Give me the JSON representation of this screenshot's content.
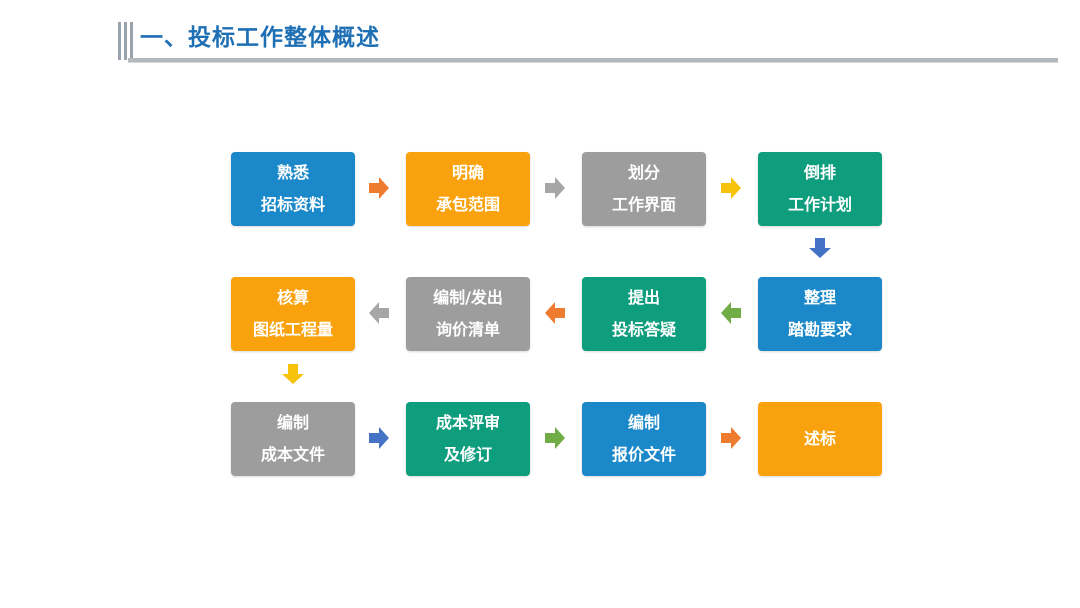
{
  "header": {
    "title": "一、投标工作整体概述"
  },
  "colors": {
    "blue": "#1a88c9",
    "orange": "#f9a20d",
    "gray": "#9d9d9d",
    "teal": "#0f9e7d",
    "arrow_orange": "#ee7b2f",
    "arrow_gray": "#a6a6a6",
    "arrow_yellow": "#f7c20a",
    "arrow_blue": "#4472c4",
    "arrow_green": "#70ad47"
  },
  "steps": [
    {
      "line1": "熟悉",
      "line2": "招标资料",
      "color": "blue"
    },
    {
      "line1": "明确",
      "line2": "承包范围",
      "color": "orange"
    },
    {
      "line1": "划分",
      "line2": "工作界面",
      "color": "gray"
    },
    {
      "line1": "倒排",
      "line2": "工作计划",
      "color": "teal"
    },
    {
      "line1": "整理",
      "line2": "踏勘要求",
      "color": "blue"
    },
    {
      "line1": "提出",
      "line2": "投标答疑",
      "color": "teal"
    },
    {
      "line1": "编制/发出",
      "line2": "询价清单",
      "color": "gray"
    },
    {
      "line1": "核算",
      "line2": "图纸工程量",
      "color": "orange"
    },
    {
      "line1": "编制",
      "line2": "成本文件",
      "color": "gray"
    },
    {
      "line1": "成本评审",
      "line2": "及修订",
      "color": "teal"
    },
    {
      "line1": "编制",
      "line2": "报价文件",
      "color": "blue"
    },
    {
      "line1": "述标",
      "line2": "",
      "color": "orange"
    }
  ],
  "arrows": [
    {
      "direction": "right",
      "color": "arrow_orange"
    },
    {
      "direction": "right",
      "color": "arrow_gray"
    },
    {
      "direction": "right",
      "color": "arrow_yellow"
    },
    {
      "direction": "down",
      "color": "arrow_blue"
    },
    {
      "direction": "left",
      "color": "arrow_green"
    },
    {
      "direction": "left",
      "color": "arrow_orange"
    },
    {
      "direction": "left",
      "color": "arrow_gray"
    },
    {
      "direction": "down",
      "color": "arrow_yellow"
    },
    {
      "direction": "right",
      "color": "arrow_blue"
    },
    {
      "direction": "right",
      "color": "arrow_green"
    },
    {
      "direction": "right",
      "color": "arrow_orange"
    }
  ]
}
